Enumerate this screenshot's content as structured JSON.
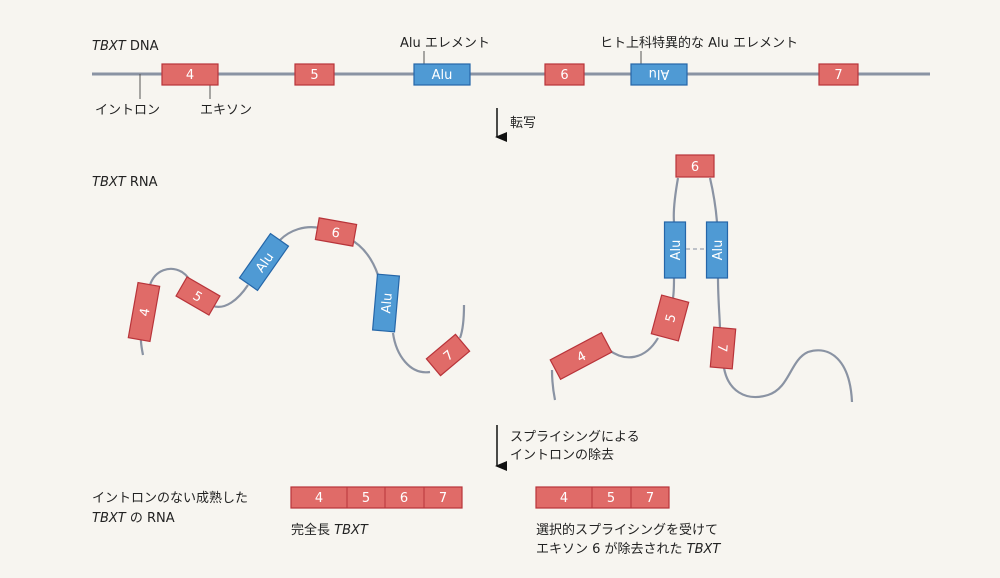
{
  "colors": {
    "exon": "#e06b68",
    "exon_border": "#b8343a",
    "alu": "#4f9ad4",
    "alu_border": "#2566a8",
    "strand": "#8a93a3",
    "background": "#f7f5f0"
  },
  "dna": {
    "title_gene": "TBXT",
    "title_rest": " DNA",
    "exons": [
      "4",
      "5",
      "6",
      "7"
    ],
    "alu_label": "Alu",
    "alu_inverted_label": "Alu",
    "callout_alu": "Alu エレメント",
    "callout_primate_alu": "ヒト上科特異的な Alu エレメント",
    "callout_intron": "イントロン",
    "callout_exon": "エキソン"
  },
  "step_transcription": "転写",
  "rna": {
    "title_gene": "TBXT",
    "title_rest": " RNA",
    "left_exons": [
      "4",
      "5",
      "6",
      "7"
    ],
    "right_exons": [
      "6",
      "5",
      "4",
      "7"
    ],
    "alu_label": "Alu"
  },
  "step_splicing": [
    "スプライシングによる",
    "イントロンの除去"
  ],
  "mature": {
    "label_line1": "イントロンのない成熟した",
    "label_gene": "TBXT",
    "label_line2_rest": " の RNA",
    "full_length_exons": [
      "4",
      "5",
      "6",
      "7"
    ],
    "full_length_caption_prefix": "完全長 ",
    "full_length_caption_gene": "TBXT",
    "skipped_exons": [
      "4",
      "5",
      "7"
    ],
    "skipped_caption_line1": "選択的スプライシングを受けて",
    "skipped_caption_line2_prefix": "エキソン 6 が除去された ",
    "skipped_caption_gene": "TBXT"
  }
}
